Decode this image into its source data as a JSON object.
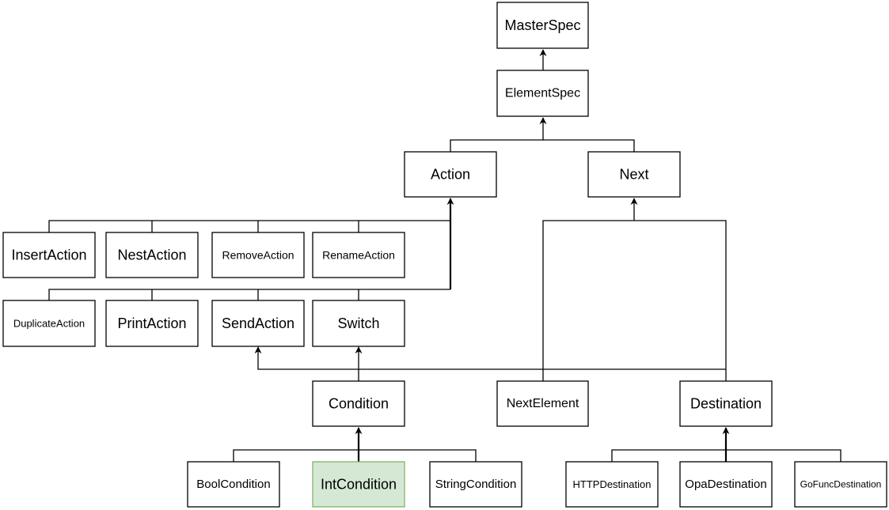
{
  "colors": {
    "line": "#000000",
    "box_border": "#000000",
    "box_fill": "#ffffff",
    "highlight_fill": "#d5e8d4",
    "highlight_border": "#82b366"
  },
  "nodes": {
    "masterspec": "MasterSpec",
    "elementspec": "ElementSpec",
    "action": "Action",
    "next": "Next",
    "insertaction": "InsertAction",
    "nestaction": "NestAction",
    "removeaction": "RemoveAction",
    "renameaction": "RenameAction",
    "duplicateaction": "DuplicateAction",
    "printaction": "PrintAction",
    "sendaction": "SendAction",
    "switch": "Switch",
    "condition": "Condition",
    "nextelement": "NextElement",
    "destination": "Destination",
    "boolcondition": "BoolCondition",
    "intcondition": "IntCondition",
    "stringcondition": "StringCondition",
    "httpdestination": "HTTPDestination",
    "opadestination": "OpaDestination",
    "gofuncdestination": "GoFuncDestination"
  }
}
